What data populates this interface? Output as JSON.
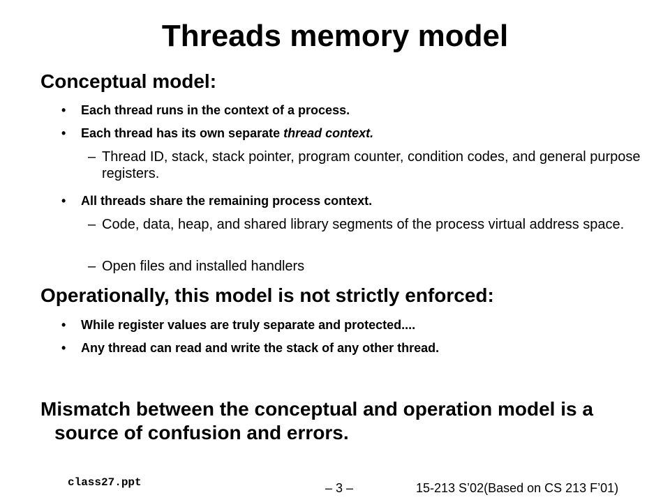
{
  "slide": {
    "title": "Threads memory model",
    "section1": {
      "heading": "Conceptual model:",
      "bullet1": "Each thread runs in the context of a process.",
      "bullet2_prefix": "Each thread has its own separate ",
      "bullet2_em": "thread context.",
      "bullet2_sub1": "Thread ID, stack, stack pointer, program counter, condition codes, and general purpose registers.",
      "bullet3": "All threads share the remaining process context.",
      "bullet3_sub1": "Code, data, heap, and shared library segments of the process virtual address space.",
      "bullet3_sub2": "Open files and installed handlers"
    },
    "section2": {
      "heading": "Operationally, this model is not strictly enforced:",
      "bullet1": "While register values are truly separate and protected....",
      "bullet2": "Any thread can read and write the stack of any other thread."
    },
    "conclusion": "Mismatch between the conceptual and operation model is a source of confusion and errors.",
    "bullet_glyph": "•",
    "dash_glyph": "–",
    "footer": {
      "filename": "class27.ppt",
      "page": "– 3 –",
      "course": "15-213 S’02(Based on CS 213 F’01)"
    }
  }
}
